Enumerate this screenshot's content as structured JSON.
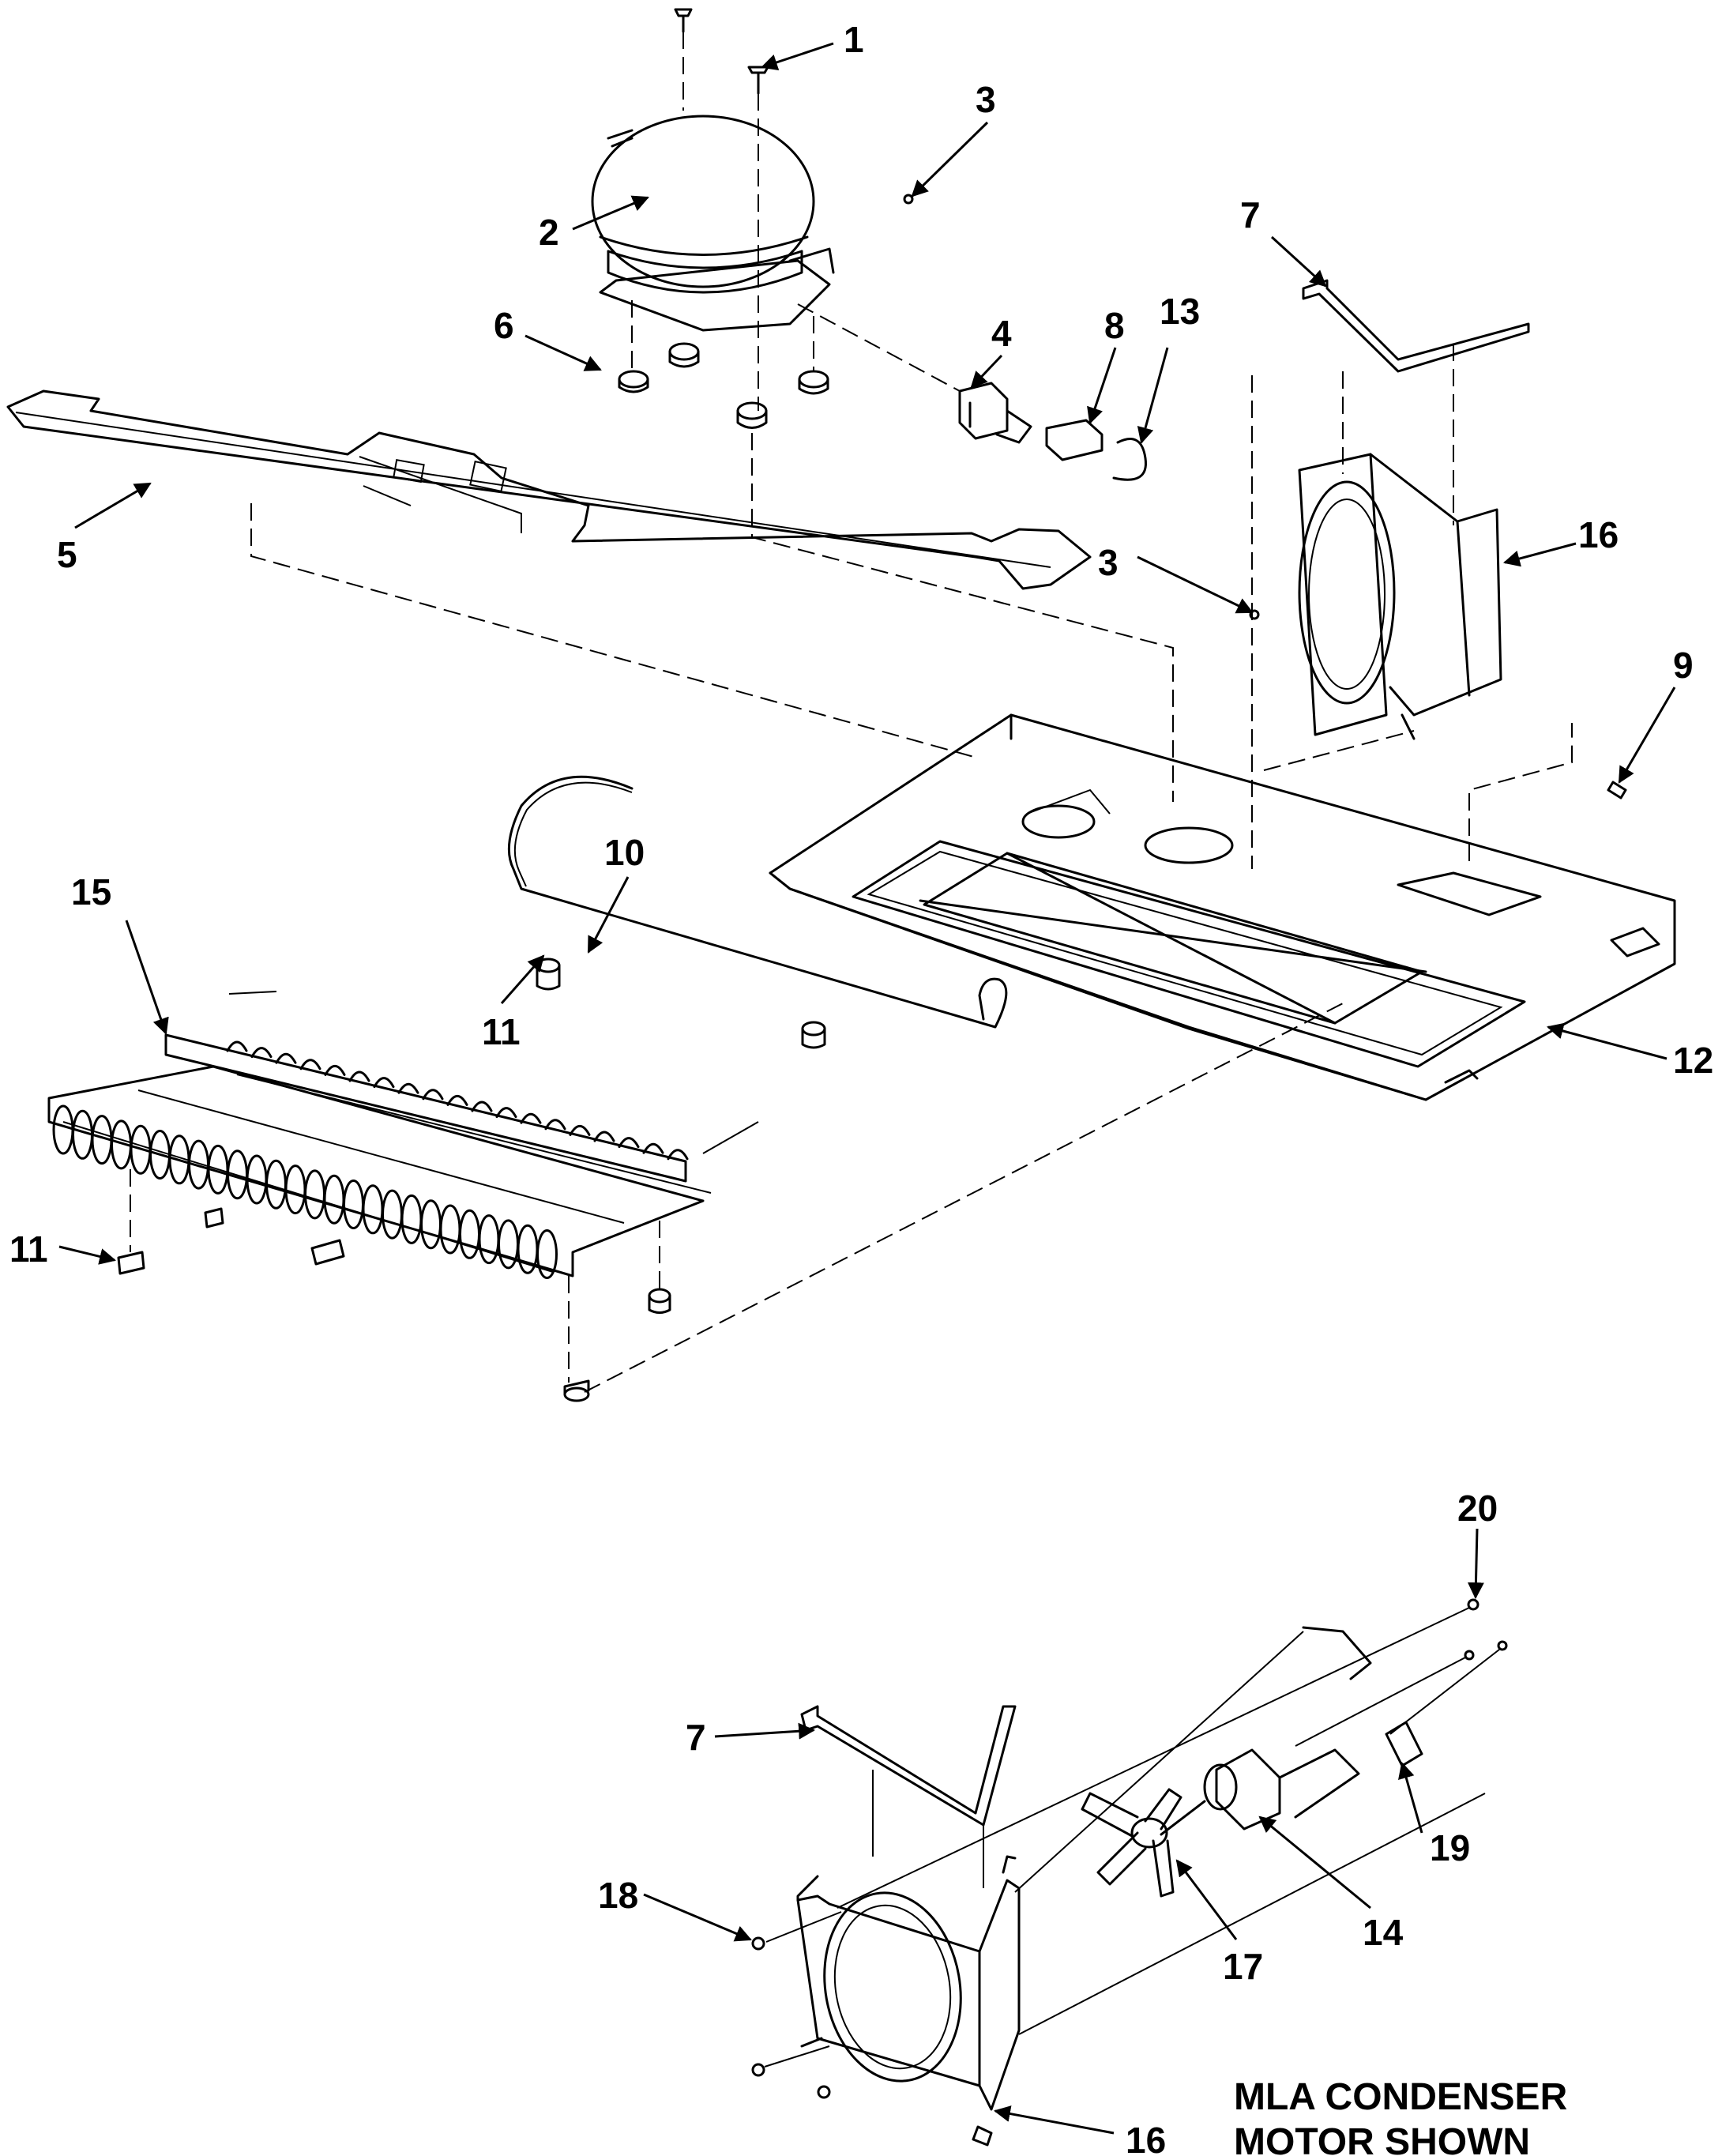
{
  "callouts": {
    "c1": "1",
    "c2": "2",
    "c3a": "3",
    "c3b": "3",
    "c4": "4",
    "c5": "5",
    "c6": "6",
    "c7a": "7",
    "c7b": "7",
    "c8": "8",
    "c9": "9",
    "c10": "10",
    "c11a": "11",
    "c11b": "11",
    "c12": "12",
    "c13": "13",
    "c14": "14",
    "c15": "15",
    "c16a": "16",
    "c16b": "16",
    "c17": "17",
    "c18": "18",
    "c19": "19",
    "c20": "20"
  },
  "note": {
    "line1": "MLA CONDENSER",
    "line2": "MOTOR SHOWN"
  }
}
